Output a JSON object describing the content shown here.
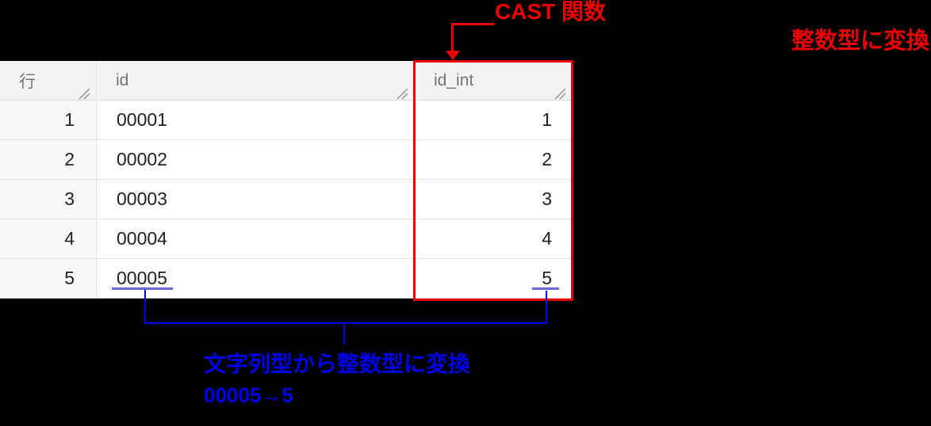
{
  "colors": {
    "page_bg": "#000000",
    "annotation_red": "#ee0000",
    "annotation_blue": "#0000ee",
    "value_underline_blue": "#6666dd",
    "header_bg": "#f1f3f4",
    "row_number_bg": "#f8f9fa",
    "cell_bg": "#ffffff",
    "grid_line": "#e3e3e3",
    "header_text": "#757575",
    "cell_text": "#202124"
  },
  "annotations": {
    "cast_function_label": "CAST 関数",
    "integer_conversion_label": "整数型に変換",
    "conversion_note_line1": "文字列型から整数型に変換",
    "conversion_note_line2": "00005→5"
  },
  "table": {
    "columns": [
      {
        "key": "row_num",
        "label": "行"
      },
      {
        "key": "id",
        "label": "id"
      },
      {
        "key": "id_int",
        "label": "id_int"
      }
    ],
    "rows": [
      {
        "row_num": "1",
        "id": "00001",
        "id_int": "1"
      },
      {
        "row_num": "2",
        "id": "00002",
        "id_int": "2"
      },
      {
        "row_num": "3",
        "id": "00003",
        "id_int": "3"
      },
      {
        "row_num": "4",
        "id": "00004",
        "id_int": "4"
      },
      {
        "row_num": "5",
        "id": "00005",
        "id_int": "5"
      }
    ]
  }
}
